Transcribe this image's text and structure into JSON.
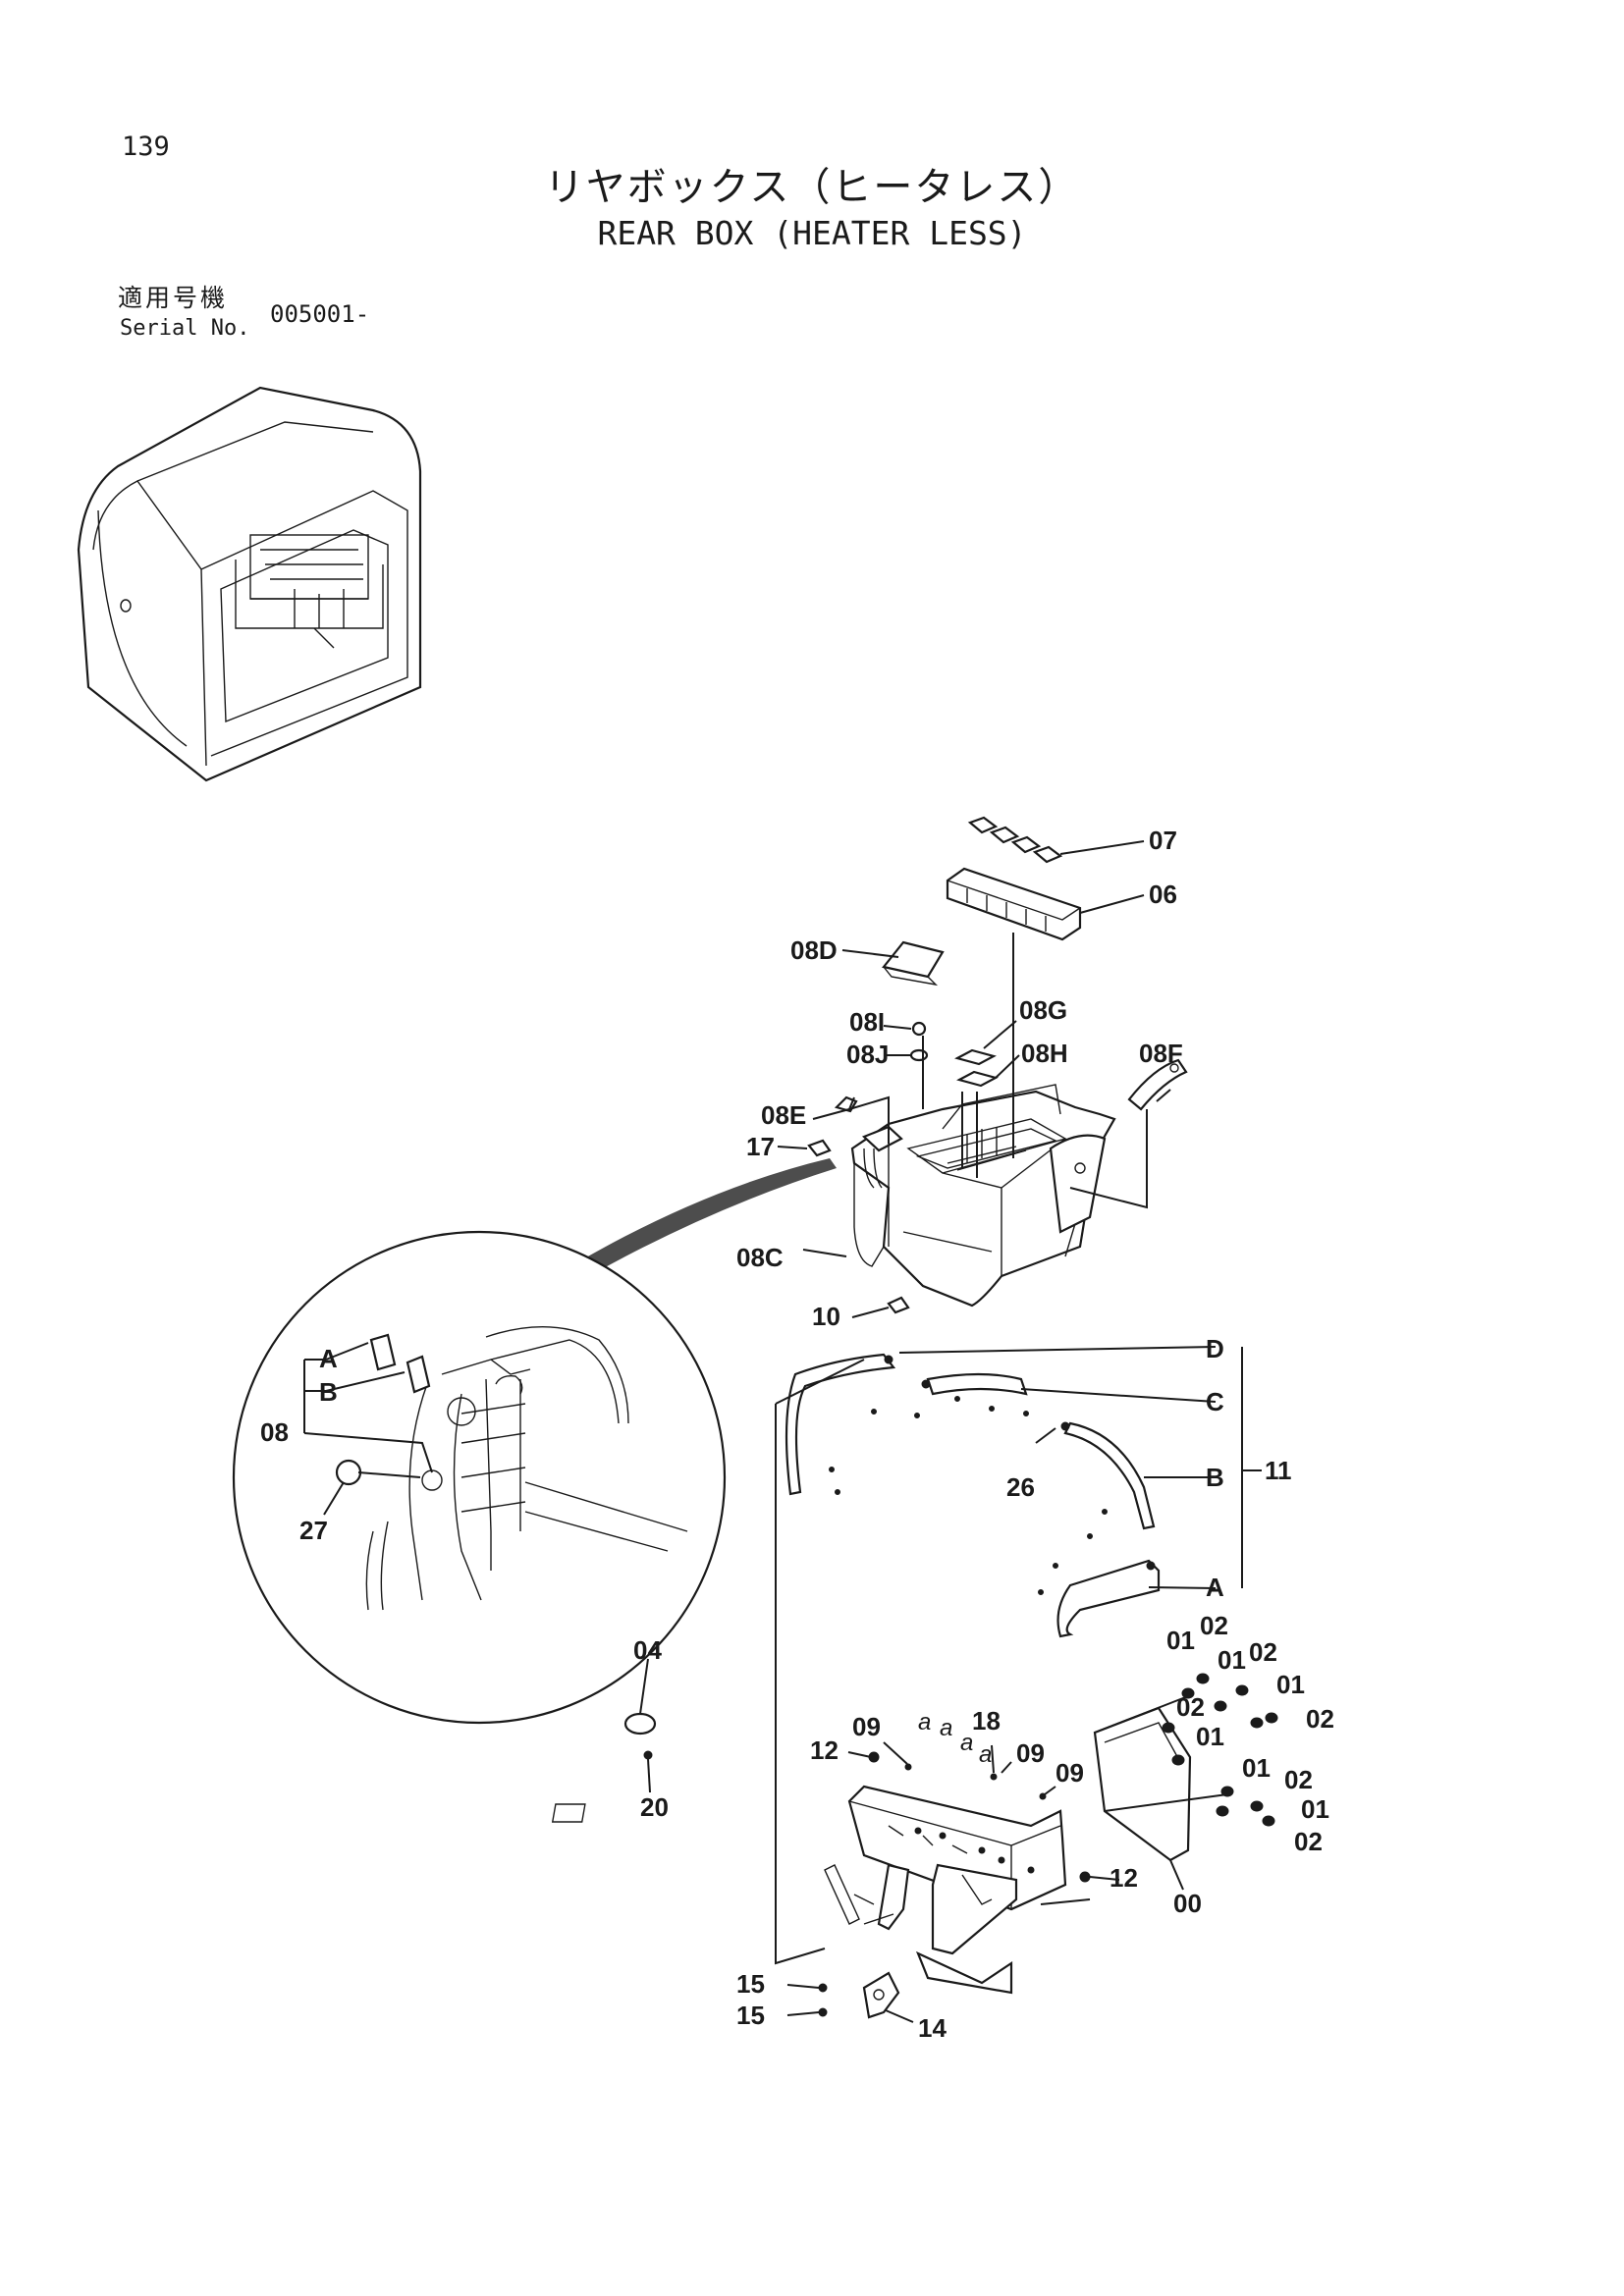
{
  "page_number": "139",
  "title_jp": "リヤボックス（ヒータレス）",
  "title_en": "REAR BOX (HEATER LESS)",
  "serial": {
    "label_jp": "適用号機",
    "label_en": "Serial No.",
    "value": "005001-"
  },
  "callouts": {
    "c07": "07",
    "c06": "06",
    "c08D": "08D",
    "c08I": "08I",
    "c08J": "08J",
    "c08G": "08G",
    "c08H": "08H",
    "c08F": "08F",
    "c08E": "08E",
    "c17": "17",
    "c08C": "08C",
    "c10": "10",
    "cD": "D",
    "cC": "C",
    "cB": "B",
    "cA": "A",
    "c11": "11",
    "c26": "26",
    "cdA": "A",
    "cdB": "B",
    "cd08": "08",
    "cd27": "27",
    "c04": "04",
    "c20": "20",
    "c12a": "12",
    "c09a": "09",
    "c18": "18",
    "c09b": "09",
    "c09c": "09",
    "c12b": "12",
    "c15a": "15",
    "c15b": "15",
    "c14": "14",
    "c00": "00",
    "h01a": "01",
    "h02a": "02",
    "h01b": "01",
    "h02b": "02",
    "h02c": "02",
    "h01c": "01",
    "h02d": "02",
    "h01d": "01",
    "h01e": "01",
    "h02e": "02",
    "h01f": "01",
    "h02f": "02"
  },
  "plate_marks": [
    "a",
    "a",
    "a",
    "a"
  ]
}
